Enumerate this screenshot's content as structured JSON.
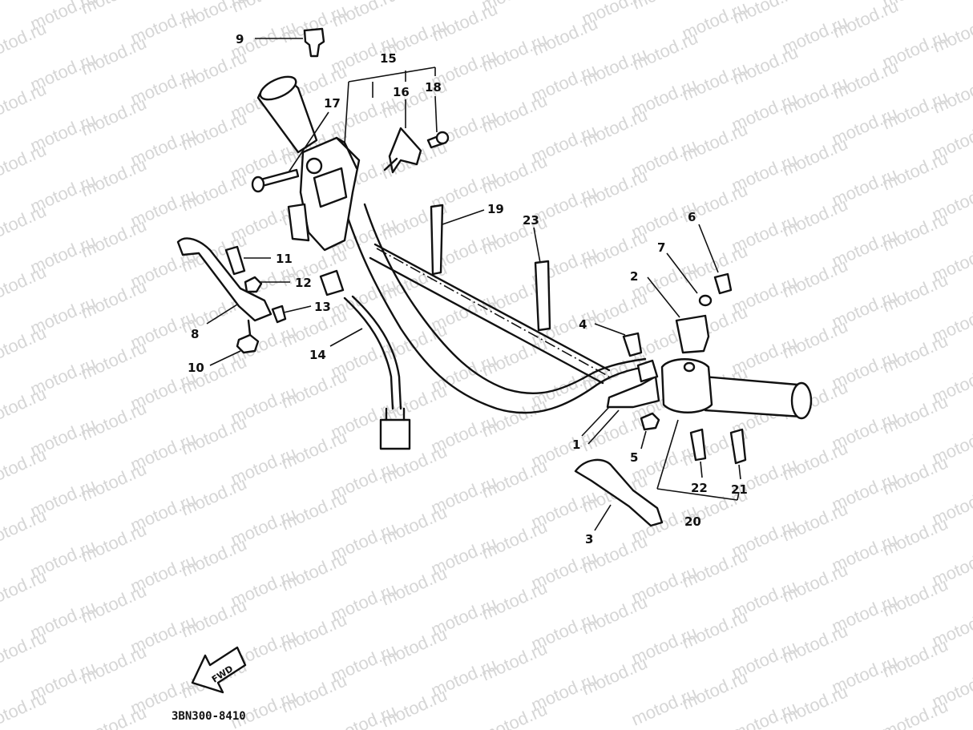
{
  "watermark": "motod.ru",
  "diagram_code": "3BN300-8410",
  "fwd_label": "FWD",
  "callouts": [
    {
      "id": "c1",
      "label": "1"
    },
    {
      "id": "c2",
      "label": "2"
    },
    {
      "id": "c3",
      "label": "3"
    },
    {
      "id": "c4",
      "label": "4"
    },
    {
      "id": "c5",
      "label": "5"
    },
    {
      "id": "c6",
      "label": "6"
    },
    {
      "id": "c7",
      "label": "7"
    },
    {
      "id": "c8",
      "label": "8"
    },
    {
      "id": "c9",
      "label": "9"
    },
    {
      "id": "c10",
      "label": "10"
    },
    {
      "id": "c11",
      "label": "11"
    },
    {
      "id": "c12",
      "label": "12"
    },
    {
      "id": "c13",
      "label": "13"
    },
    {
      "id": "c14",
      "label": "14"
    },
    {
      "id": "c15",
      "label": "15"
    },
    {
      "id": "c16",
      "label": "16"
    },
    {
      "id": "c17",
      "label": "17"
    },
    {
      "id": "c18",
      "label": "18"
    },
    {
      "id": "c19",
      "label": "19"
    },
    {
      "id": "c20",
      "label": "20"
    },
    {
      "id": "c21",
      "label": "21"
    },
    {
      "id": "c22",
      "label": "22"
    },
    {
      "id": "c23",
      "label": "23"
    }
  ]
}
